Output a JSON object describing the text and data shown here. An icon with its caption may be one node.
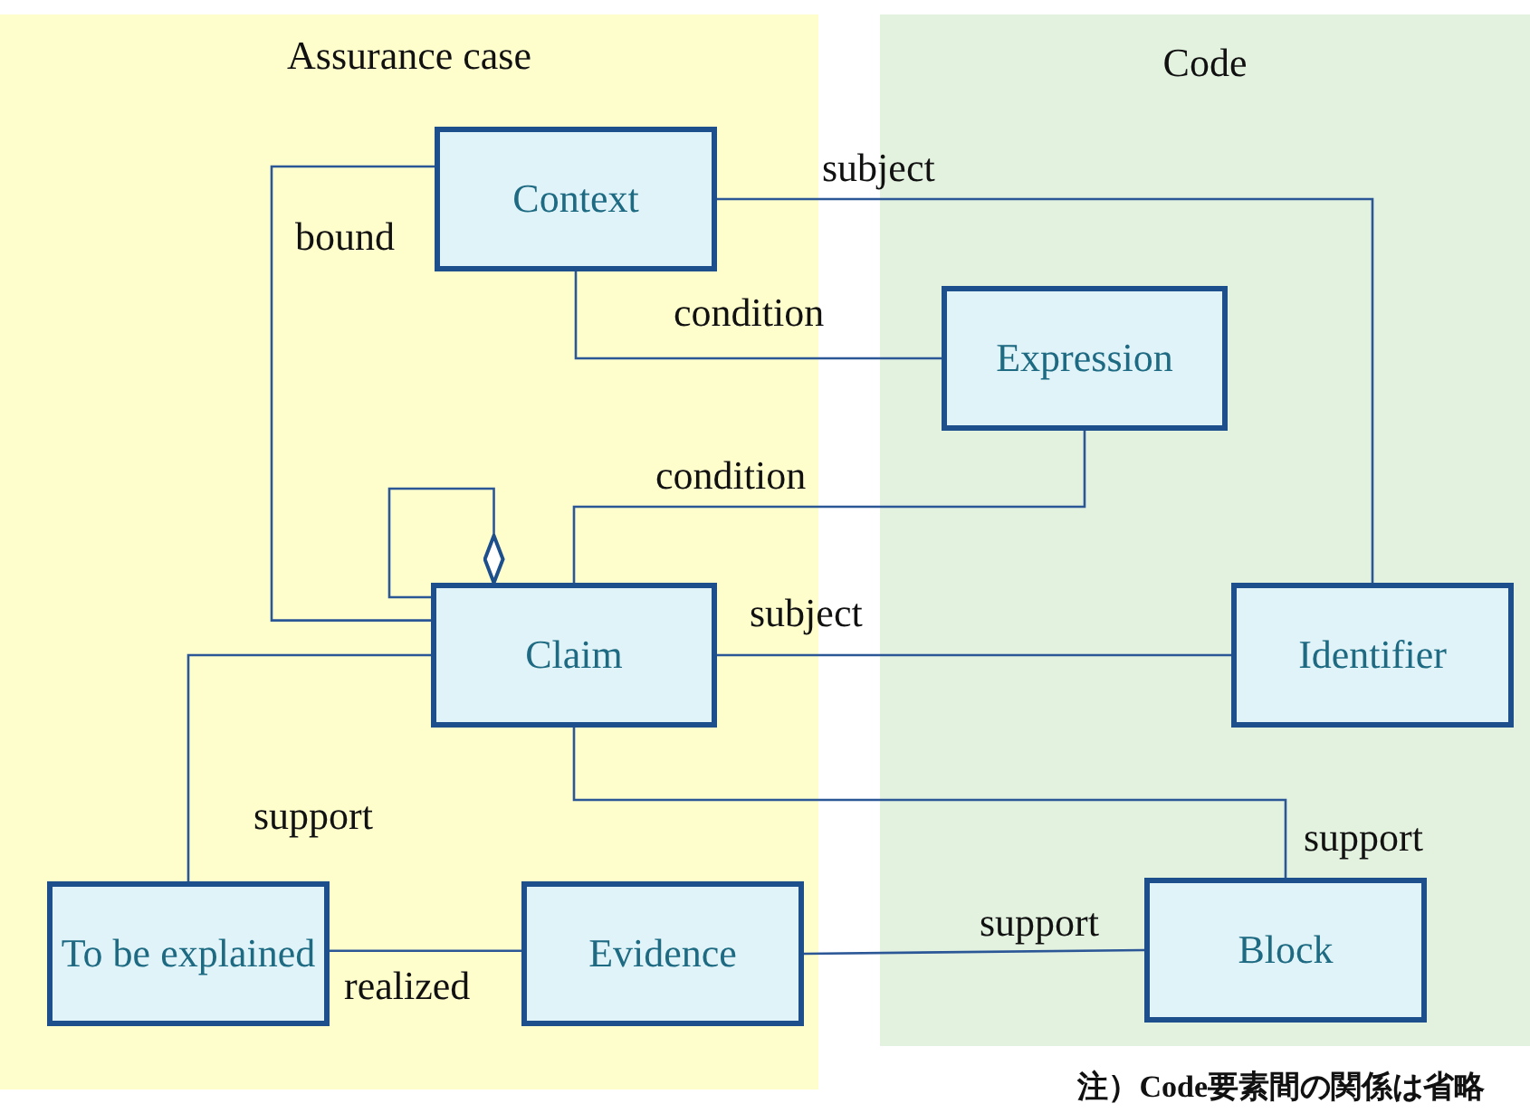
{
  "diagram": {
    "nodes": [
      {
        "text": [
          "Assurance case"
        ]
      },
      {
        "text": [
          "Code"
        ]
      },
      {
        "text": [
          "Context"
        ],
        "in": 0
      },
      {
        "text": [
          "Expression"
        ],
        "in": 1
      },
      {
        "text": [
          "Claim"
        ],
        "in": 0
      },
      {
        "text": [
          "Identifier"
        ],
        "in": 1
      },
      {
        "text": [
          "To be explained"
        ],
        "in": 0
      },
      {
        "text": [
          "Evidence"
        ],
        "in": 0
      },
      {
        "text": [
          "Block"
        ],
        "in": 1
      }
    ],
    "edges": [
      {
        "from": 2,
        "to": 5,
        "arrow": "none",
        "label": "subject"
      },
      {
        "from": 2,
        "to": 3,
        "arrow": "none",
        "label": "condition"
      },
      {
        "from": 2,
        "to": 4,
        "arrow": "none",
        "label": "bound"
      },
      {
        "from": 4,
        "to": 4,
        "arrow": "other"
      },
      {
        "from": 4,
        "to": 3,
        "arrow": "none",
        "label": "condition"
      },
      {
        "from": 4,
        "to": 5,
        "arrow": "none",
        "label": "subject"
      },
      {
        "from": 4,
        "to": 8,
        "arrow": "none",
        "label": "support"
      },
      {
        "from": 4,
        "to": 6,
        "arrow": "none",
        "label": "support"
      },
      {
        "from": 6,
        "to": 7,
        "arrow": "none",
        "label": "realized"
      },
      {
        "from": 7,
        "to": 8,
        "arrow": "none",
        "label": "support"
      }
    ],
    "labels": [
      "注）Code要素間の関係は省略"
    ]
  }
}
